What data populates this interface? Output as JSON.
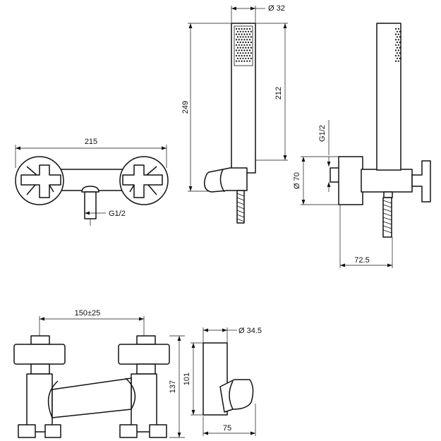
{
  "dimensions": {
    "overall_width": "215",
    "thread_left": "G1/2",
    "handshower_diameter": "Ø 32",
    "handshower_total_height": "249",
    "handshower_height": "212",
    "thread_side": "G1/2",
    "rosette_diameter": "Ø 70",
    "projection": "72.5",
    "centres": "150±25",
    "holder_diameter": "Ø 34.5",
    "holder_height": "101",
    "mixer_height": "137",
    "holder_depth": "75"
  }
}
